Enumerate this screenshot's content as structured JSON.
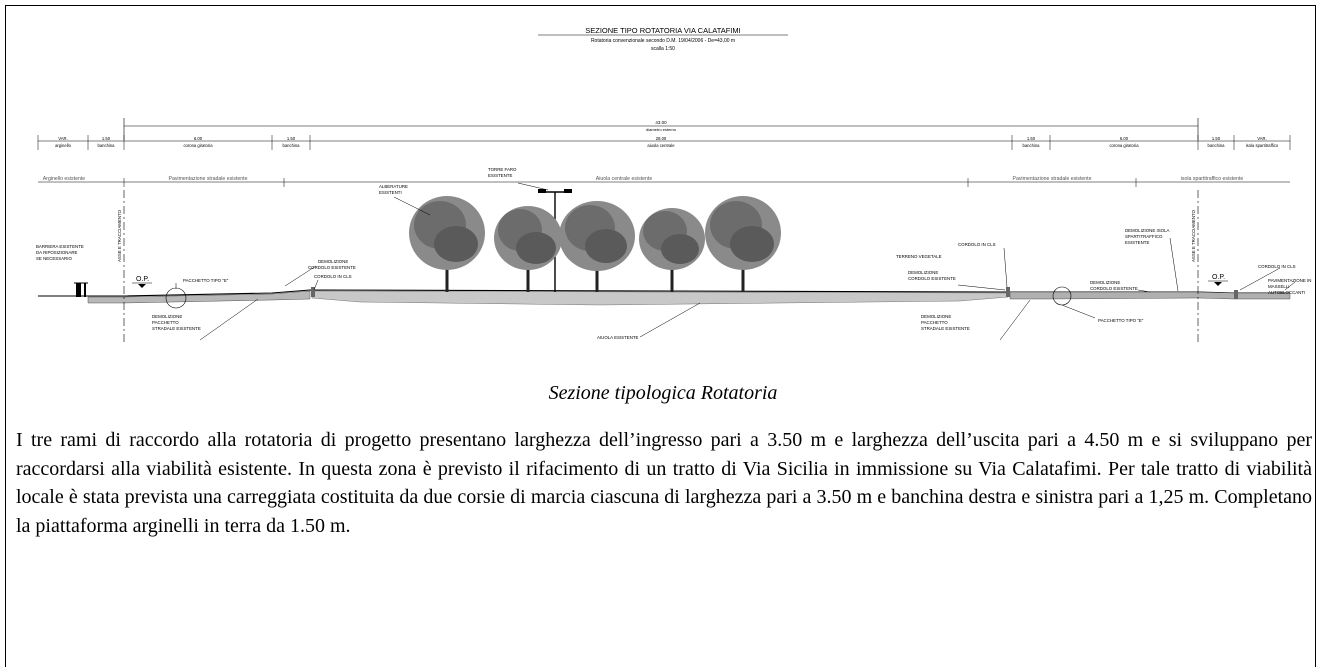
{
  "drawing": {
    "title": "SEZIONE TIPO ROTATORIA VIA CALATAFIMI",
    "subtitle": "Rotatoria convenzionale secondo D.M. 19/04/2006 - De=43,00 m",
    "scale": "scalla 1:50",
    "overall_dim": "43.00",
    "overall_dim_label": "diametro esterno",
    "dims": [
      {
        "value": "VAR.",
        "label": "arginello"
      },
      {
        "value": "1.50",
        "label": "banchina"
      },
      {
        "value": "6.00",
        "label": "corona giratoria"
      },
      {
        "value": "1.50",
        "label": "banchina"
      },
      {
        "value": "28.00",
        "label": "aiuola centrale"
      },
      {
        "value": "1.50",
        "label": "banchina"
      },
      {
        "value": "6.00",
        "label": "corona giratoria"
      },
      {
        "value": "1.50",
        "label": "banchina"
      },
      {
        "value": "VAR.",
        "label": "isola spartitraffico"
      }
    ],
    "zones": {
      "z1": "Arginello esistente",
      "z2": "Pavimentazione stradale esistente",
      "z3": "Aiuola centrale esistente",
      "z4": "Pavimentazione stradale esistente",
      "z5": "isola spartitraffico esistente"
    },
    "annotations": {
      "torre_faro": [
        "TORRE FARO",
        "ESISTENTE"
      ],
      "alberature": [
        "ALBERATURE",
        "ESISTENTI"
      ],
      "barriera": [
        "BARRIERA ESISTENTE",
        "DA RIPOSIZIONARE",
        "SE NECESSARIO"
      ],
      "assi_left": "ASSE E TRACCIAMENTO",
      "assi_right": "ASSE E TRACCIAMENTO",
      "op_left": "O.P.",
      "op_right": "O.P.",
      "pacchetto_e_left": "PACCHETTO TIPO \"E\"",
      "pacchetto_e_right": "PACCHETTO TIPO \"E\"",
      "demolizione_cordolo_left": [
        "DEMOLIZIONE",
        "CORDOLO ESISTENTE"
      ],
      "cordolo_cls_left": "CORDOLO IN CLS",
      "demolizione_pacchetto_left": [
        "DEMOLIZIONE",
        "PACCHETTO",
        "STRADALE ESISTENTE"
      ],
      "aiuola_esistente": "AIUOLA ESISTENTE",
      "cordolo_cls_right": "CORDOLO IN CLS",
      "terreno_vegetale": "TERRENO VEGETALE",
      "demolizione_cordolo_right": [
        "DEMOLIZIONE",
        "CORDOLO ESISTENTE"
      ],
      "demolizione_pacchetto_right": [
        "DEMOLIZIONE",
        "PACCHETTO",
        "STRADALE ESISTENTE"
      ],
      "demolizione_isola": [
        "DEMOLIZIONE ISOLA",
        "SPARTITRAFFICO",
        "ESISTENTE"
      ],
      "demolizione_cordolo_right2": [
        "DEMOLIZIONE",
        "CORDOLO ESISTENTE"
      ],
      "cordolo_cls_far_right": "CORDOLO IN CLS",
      "pavimentazione_masselli": [
        "PAVIMENTAZIONE IN",
        "MASSELLI",
        "AUTOBLOCCANTI"
      ]
    }
  },
  "caption": "Sezione tipologica Rotatoria",
  "paragraph": "I tre rami di raccordo alla rotatoria di progetto presentano larghezza dell’ingresso pari a 3.50 m e larghezza dell’uscita pari a 4.50 m e si sviluppano per raccordarsi alla viabilità esistente.  In questa zona è previsto il rifacimento di un tratto di Via Sicilia in immissione su Via Calatafimi. Per tale tratto di viabilità locale è stata prevista una carreggiata costituita da due corsie di marcia ciascuna di larghezza pari a 3.50 m e banchina destra e sinistra pari a 1,25 m. Completano la piattaforma arginelli in terra da 1.50 m."
}
